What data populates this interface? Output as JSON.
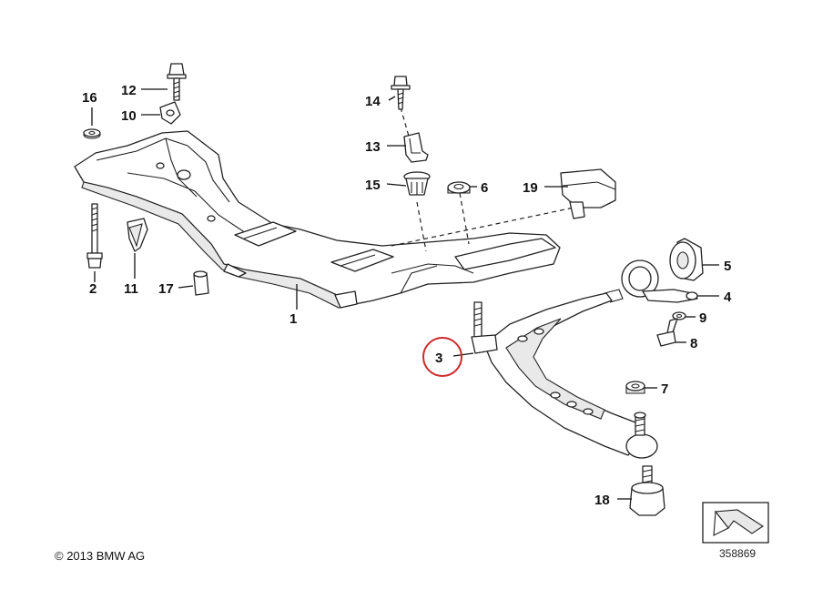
{
  "callouts": [
    {
      "id": "1",
      "text": "1"
    },
    {
      "id": "2",
      "text": "2"
    },
    {
      "id": "3",
      "text": "3",
      "highlight": true
    },
    {
      "id": "4",
      "text": "4"
    },
    {
      "id": "5",
      "text": "5"
    },
    {
      "id": "6",
      "text": "6"
    },
    {
      "id": "7",
      "text": "7"
    },
    {
      "id": "8",
      "text": "8"
    },
    {
      "id": "9",
      "text": "9"
    },
    {
      "id": "10",
      "text": "10"
    },
    {
      "id": "11",
      "text": "11"
    },
    {
      "id": "12",
      "text": "12"
    },
    {
      "id": "13",
      "text": "13"
    },
    {
      "id": "14",
      "text": "14"
    },
    {
      "id": "15",
      "text": "15"
    },
    {
      "id": "16",
      "text": "16"
    },
    {
      "id": "17",
      "text": "17"
    },
    {
      "id": "18",
      "text": "18"
    },
    {
      "id": "19",
      "text": "19"
    }
  ],
  "copyright": "© 2013 BMW AG",
  "diagram_number": "358869",
  "colors": {
    "highlight_circle": "#cc2a2a",
    "line": "#222222",
    "shade": "#e9e9e9"
  },
  "icons": {
    "orientation_badge": "arrow-icon"
  }
}
